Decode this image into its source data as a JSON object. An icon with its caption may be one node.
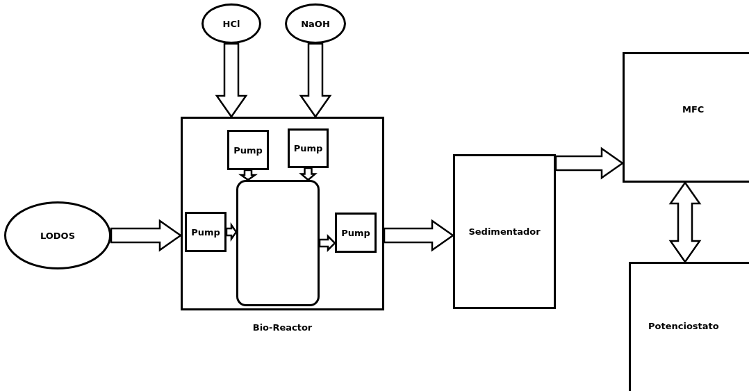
{
  "diagram": {
    "nodes": [
      {
        "text": [
          "HCl"
        ]
      },
      {
        "text": [
          "NaOH"
        ]
      },
      {
        "text": [
          "LODOS"
        ]
      },
      {
        "text": [
          "Bio-Reactor"
        ]
      },
      {
        "text": [
          "Pump"
        ],
        "in": 3
      },
      {
        "text": [
          "Pump"
        ],
        "in": 3
      },
      {
        "text": [],
        "shape": "box",
        "in": 3
      },
      {
        "text": [
          "Pump"
        ],
        "in": 3
      },
      {
        "text": [
          "Pump"
        ],
        "in": 3
      },
      {
        "text": [
          "Sedimentador"
        ]
      },
      {
        "text": [
          "MFC"
        ]
      },
      {
        "text": [
          "Potenciostato"
        ]
      }
    ],
    "edges": [
      {
        "from": 0,
        "to": 3,
        "arrow": "to"
      },
      {
        "from": 1,
        "to": 3,
        "arrow": "to"
      },
      {
        "from": 2,
        "to": 3,
        "arrow": "to"
      },
      {
        "from": 4,
        "to": 6,
        "arrow": "to"
      },
      {
        "from": 5,
        "to": 6,
        "arrow": "to"
      },
      {
        "from": 7,
        "to": 6,
        "arrow": "to"
      },
      {
        "from": 6,
        "to": 8,
        "arrow": "to"
      },
      {
        "from": 3,
        "to": 9,
        "arrow": "to"
      },
      {
        "from": 9,
        "to": 10,
        "arrow": "to"
      },
      {
        "from": 10,
        "to": 11,
        "arrow": "both"
      }
    ]
  }
}
